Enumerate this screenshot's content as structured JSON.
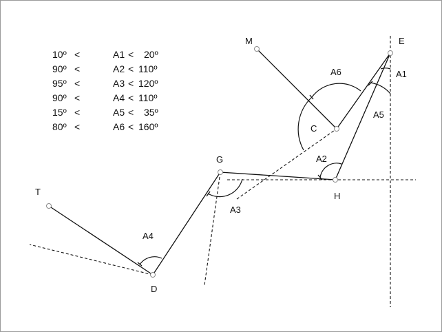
{
  "constraints": [
    {
      "low": "10º",
      "op1": "<",
      "name": "A1",
      "op2": "<",
      "high": "20º"
    },
    {
      "low": "90º",
      "op1": "<",
      "name": "A2",
      "op2": "<",
      "high": "110º"
    },
    {
      "low": "95º",
      "op1": "<",
      "name": "A3",
      "op2": "<",
      "high": "120º"
    },
    {
      "low": "90º",
      "op1": "<",
      "name": "A4",
      "op2": "<",
      "high": "110º"
    },
    {
      "low": "15º",
      "op1": "<",
      "name": "A5",
      "op2": "<",
      "high": "35º"
    },
    {
      "low": "80º",
      "op1": "<",
      "name": "A6",
      "op2": "<",
      "high": "160º"
    }
  ],
  "points": {
    "M": "M",
    "E": "E",
    "C": "C",
    "G": "G",
    "H": "H",
    "T": "T",
    "D": "D"
  },
  "angles": {
    "A1": "A1",
    "A2": "A2",
    "A3": "A3",
    "A4": "A4",
    "A5": "A5",
    "A6": "A6"
  },
  "colors": {
    "stroke": "#111111",
    "point": "#8a8a8a"
  }
}
